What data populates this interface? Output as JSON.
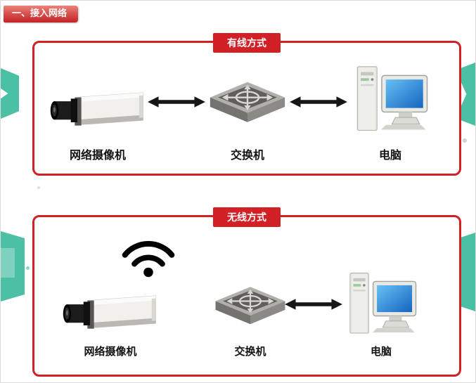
{
  "header": {
    "title": "一、接入网络"
  },
  "panels": [
    {
      "badge": "有线方式",
      "nodes": [
        {
          "label": "网络摄像机",
          "icon": "camera-icon"
        },
        {
          "label": "交换机",
          "icon": "switch-icon"
        },
        {
          "label": "电脑",
          "icon": "computer-icon"
        }
      ],
      "connections": [
        "camera-to-switch",
        "switch-to-computer"
      ]
    },
    {
      "badge": "无线方式",
      "nodes": [
        {
          "label": "网络摄像机",
          "icon": "camera-icon",
          "extra_icon": "wifi-icon"
        },
        {
          "label": "交换机",
          "icon": "switch-icon"
        },
        {
          "label": "电脑",
          "icon": "computer-icon"
        }
      ],
      "connections": [
        "switch-to-computer"
      ]
    }
  ],
  "colors": {
    "red": "#d22027",
    "teal": "#4cc0a5",
    "arrow-black": "#161616",
    "screen-blue": "#2a8fe0"
  }
}
